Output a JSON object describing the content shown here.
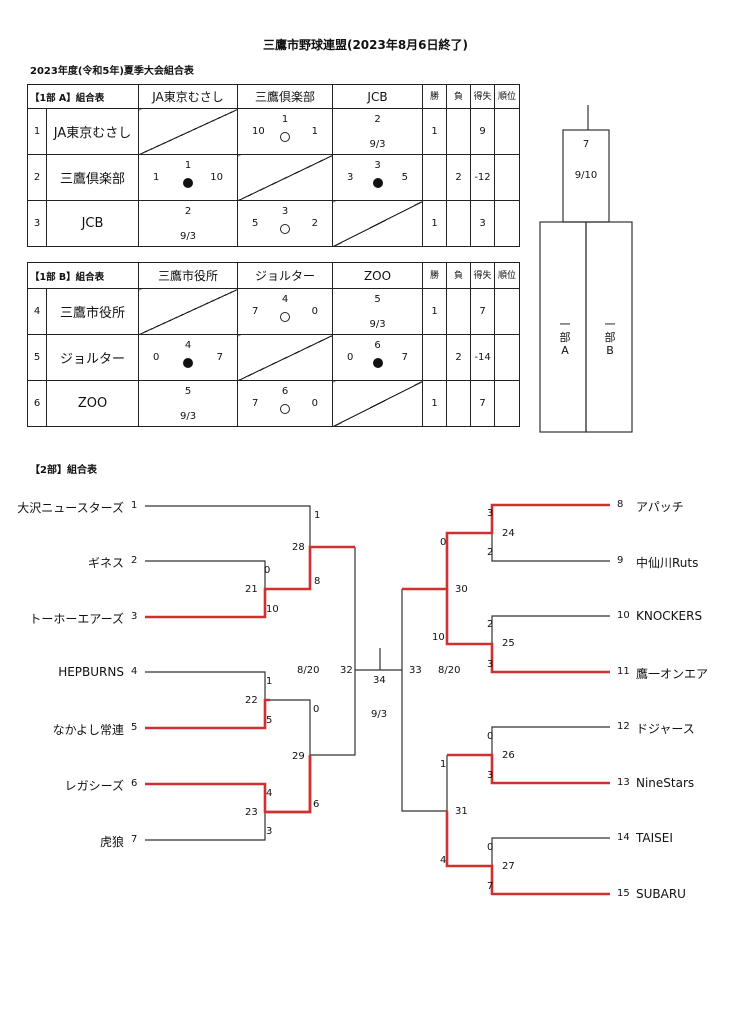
{
  "header": {
    "title": "三鷹市野球連盟(2023年8月6日終了)",
    "subtitle": "2023年度(令和5年)夏季大会組合表"
  },
  "tables": [
    {
      "header_label": "【1部 A】組合表",
      "columns": [
        "JA東京むさし",
        "三鷹倶楽部",
        "JCB"
      ],
      "stat_headers": {
        "win": "勝",
        "loss": "負",
        "score": "得失",
        "rank": "順位"
      },
      "rows": [
        {
          "no": "1",
          "team": "JA東京むさし",
          "cells": [
            null,
            {
              "game": "1",
              "left": "10",
              "right": "1",
              "mark": "win",
              "date": ""
            },
            {
              "game": "2",
              "left": "",
              "right": "",
              "mark": "",
              "date": "9/3"
            }
          ],
          "win": "1",
          "loss": "",
          "score": "9",
          "rank": ""
        },
        {
          "no": "2",
          "team": "三鷹倶楽部",
          "cells": [
            {
              "game": "1",
              "left": "1",
              "right": "10",
              "mark": "lose",
              "date": ""
            },
            null,
            {
              "game": "3",
              "left": "3",
              "right": "5",
              "mark": "lose",
              "date": ""
            }
          ],
          "win": "",
          "loss": "2",
          "score": "-12",
          "rank": ""
        },
        {
          "no": "3",
          "team": "JCB",
          "cells": [
            {
              "game": "2",
              "left": "",
              "right": "",
              "mark": "",
              "date": "9/3"
            },
            {
              "game": "3",
              "left": "5",
              "right": "2",
              "mark": "win",
              "date": ""
            },
            null
          ],
          "win": "1",
          "loss": "",
          "score": "3",
          "rank": ""
        }
      ]
    },
    {
      "header_label": "【1部 B】組合表",
      "columns": [
        "三鷹市役所",
        "ジョルター",
        "ZOO"
      ],
      "stat_headers": {
        "win": "勝",
        "loss": "負",
        "score": "得失",
        "rank": "順位"
      },
      "rows": [
        {
          "no": "4",
          "team": "三鷹市役所",
          "cells": [
            null,
            {
              "game": "4",
              "left": "7",
              "right": "0",
              "mark": "win",
              "date": ""
            },
            {
              "game": "5",
              "left": "",
              "right": "",
              "mark": "",
              "date": "9/3"
            }
          ],
          "win": "1",
          "loss": "",
          "score": "7",
          "rank": ""
        },
        {
          "no": "5",
          "team": "ジョルター",
          "cells": [
            {
              "game": "4",
              "left": "0",
              "right": "7",
              "mark": "lose",
              "date": ""
            },
            null,
            {
              "game": "6",
              "left": "0",
              "right": "7",
              "mark": "lose",
              "date": ""
            }
          ],
          "win": "",
          "loss": "2",
          "score": "-14",
          "rank": ""
        },
        {
          "no": "6",
          "team": "ZOO",
          "cells": [
            {
              "game": "5",
              "left": "",
              "right": "",
              "mark": "",
              "date": "9/3"
            },
            {
              "game": "6",
              "left": "7",
              "right": "0",
              "mark": "win",
              "date": ""
            },
            null
          ],
          "win": "1",
          "loss": "",
          "score": "7",
          "rank": ""
        }
      ]
    }
  ],
  "final1": {
    "game": "7",
    "date": "9/10",
    "left": "一部A",
    "right": "一部B"
  },
  "section2": {
    "label": "【2部】組合表"
  },
  "bracket": {
    "left_teams": [
      {
        "no": "1",
        "name": "大沢ニュースターズ"
      },
      {
        "no": "2",
        "name": "ギネス"
      },
      {
        "no": "3",
        "name": "トーホーエアーズ"
      },
      {
        "no": "4",
        "name": "HEPBURNS"
      },
      {
        "no": "5",
        "name": "なかよし常連"
      },
      {
        "no": "6",
        "name": "レガシーズ"
      },
      {
        "no": "7",
        "name": "虎狼"
      }
    ],
    "right_teams": [
      {
        "no": "8",
        "name": "アパッチ"
      },
      {
        "no": "9",
        "name": "中仙川Ruts"
      },
      {
        "no": "10",
        "name": "KNOCKERS"
      },
      {
        "no": "11",
        "name": "鷹一オンエア"
      },
      {
        "no": "12",
        "name": "ドジャース"
      },
      {
        "no": "13",
        "name": "NineStars"
      },
      {
        "no": "14",
        "name": "TAISEI"
      },
      {
        "no": "15",
        "name": "SUBARU"
      }
    ],
    "games": {
      "g21": {
        "no": "21",
        "top": "0",
        "bottom": "10"
      },
      "g22": {
        "no": "22",
        "top": "1",
        "bottom": "5"
      },
      "g23": {
        "no": "23",
        "top": "4",
        "bottom": "3"
      },
      "g28": {
        "no": "28",
        "top": "1",
        "bottom": "8"
      },
      "g29": {
        "no": "29",
        "top": "0",
        "bottom": "6"
      },
      "g32": {
        "no": "32",
        "date": "8/20"
      },
      "g24": {
        "no": "24",
        "top": "3",
        "bottom": "2"
      },
      "g25": {
        "no": "25",
        "top": "2",
        "bottom": "3"
      },
      "g26": {
        "no": "26",
        "top": "0",
        "bottom": "3"
      },
      "g27": {
        "no": "27",
        "top": "0",
        "bottom": "7"
      },
      "g30": {
        "no": "30",
        "top": "0",
        "bottom": "10"
      },
      "g31": {
        "no": "31",
        "top": "1",
        "bottom": "4"
      },
      "g33": {
        "no": "33",
        "date": "8/20"
      },
      "g34": {
        "no": "34",
        "date": "9/3"
      }
    }
  }
}
